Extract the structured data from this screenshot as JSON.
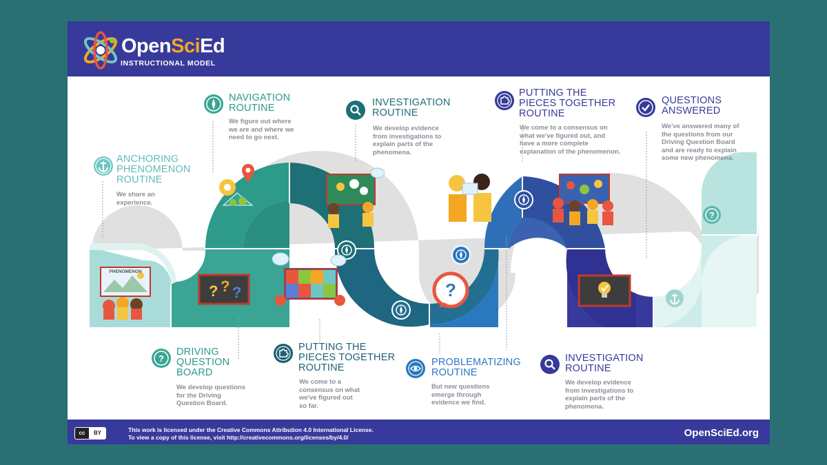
{
  "brand": {
    "name_open": "Open",
    "name_sci": "Sci",
    "name_ed": "Ed",
    "subtitle": "INSTRUCTIONAL MODEL"
  },
  "colors": {
    "background": "#2a6f74",
    "banner": "#373a9a",
    "teal_light": "#6fc7c5",
    "teal": "#2a9a8c",
    "teal_dark": "#1e6f76",
    "blue": "#2f6fb8",
    "indigo": "#373a9a"
  },
  "steps": [
    {
      "title_lines": [
        "ANCHORING",
        "PHENOMENON",
        "ROUTINE"
      ],
      "description": [
        "We share an",
        "experience."
      ],
      "icon": "anchor-icon"
    },
    {
      "title_lines": [
        "NAVIGATION",
        "ROUTINE"
      ],
      "description": [
        "We figure out where",
        "we are and where we",
        "need to go next."
      ],
      "icon": "compass-icon"
    },
    {
      "title_lines": [
        "INVESTIGATION",
        "ROUTINE"
      ],
      "description": [
        "We develop evidence",
        "from investigations to",
        "explain parts of the",
        "phenomena."
      ],
      "icon": "magnifier-icon"
    },
    {
      "title_lines": [
        "PUTTING THE",
        "PIECES TOGETHER",
        "ROUTINE"
      ],
      "description": [
        "We come to a consensus on",
        "what we've figured out, and",
        "have a more complete",
        "explanation of the phenomenon."
      ],
      "icon": "puzzle-icon"
    },
    {
      "title_lines": [
        "QUESTIONS",
        "ANSWERED"
      ],
      "description": [
        "We've answered many of",
        "the questions from our",
        "Driving Question Board",
        "and are ready to explain",
        "some new phenomena."
      ],
      "icon": "check-icon"
    },
    {
      "title_lines": [
        "DRIVING",
        "QUESTION",
        "BOARD"
      ],
      "description": [
        "We develop questions",
        "for the Driving",
        "Question Board."
      ],
      "icon": "question-icon"
    },
    {
      "title_lines": [
        "PUTTING THE",
        "PIECES TOGETHER",
        "ROUTINE"
      ],
      "description": [
        "We come to a",
        "consensus on what",
        "we've figured out",
        "so far."
      ],
      "icon": "puzzle-icon"
    },
    {
      "title_lines": [
        "PROBLEMATIZING",
        "ROUTINE"
      ],
      "description": [
        "But new questions",
        "emerge through",
        "evidence we find."
      ],
      "icon": "eye-icon"
    },
    {
      "title_lines": [
        "INVESTIGATION",
        "ROUTINE"
      ],
      "description": [
        "We develop evidence",
        "from investigations to",
        "explain parts of the",
        "phenomena."
      ],
      "icon": "magnifier-icon"
    }
  ],
  "board_label": "PHENOMENON",
  "footer": {
    "cc_left": "cc",
    "cc_right": "BY",
    "license_line1": "This work is licensed under the Creative Commons Attribution 4.0 International License.",
    "license_line2": "To view a copy of this license, visit http://creativecommons.org/licenses/by/4.0/",
    "site": "OpenSciEd.org"
  }
}
